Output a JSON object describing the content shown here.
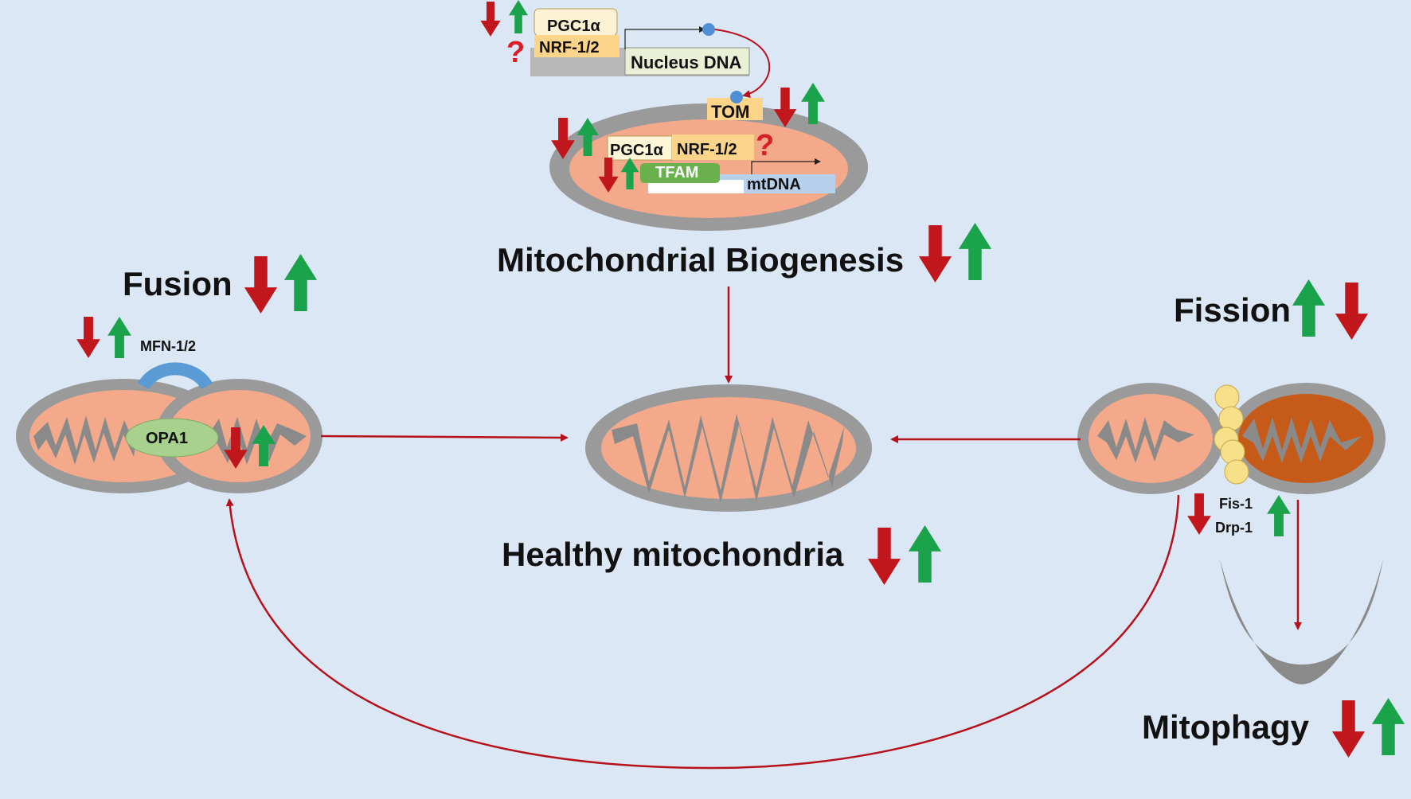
{
  "biogenesis": {
    "nucleus": {
      "pgc1a": "PGC1α",
      "nrf": "NRF-1/2",
      "dna": "Nucleus DNA",
      "question": "?"
    },
    "mito": {
      "tom": "TOM",
      "pgc1a": "PGC1α",
      "nrf": "NRF-1/2",
      "tfam": "TFAM",
      "mtdna": "mtDNA",
      "question": "?"
    },
    "title": "Mitochondrial Biogenesis"
  },
  "fusion": {
    "title": "Fusion",
    "mfn": "MFN-1/2",
    "opa1": "OPA1"
  },
  "fission": {
    "title": "Fission",
    "fis1": "Fis-1",
    "drp1": "Drp-1"
  },
  "healthy": {
    "title": "Healthy mitochondria"
  },
  "mitophagy": {
    "title": "Mitophagy"
  },
  "colors": {
    "background": "#dce7f5",
    "down_arrow": "#c1161c",
    "up_arrow": "#1aa34a",
    "pathway_line": "#b5121b",
    "outer_membrane": "#9a9a9a",
    "matrix": "#f4a98a",
    "dark_matrix": "#c65a18",
    "cristae": "#8a8a8a",
    "opa1": "#a9d18e",
    "tfam": "#6ab04c",
    "mfn": "#5b9bd5",
    "fission_beads": "#f7e08a"
  }
}
